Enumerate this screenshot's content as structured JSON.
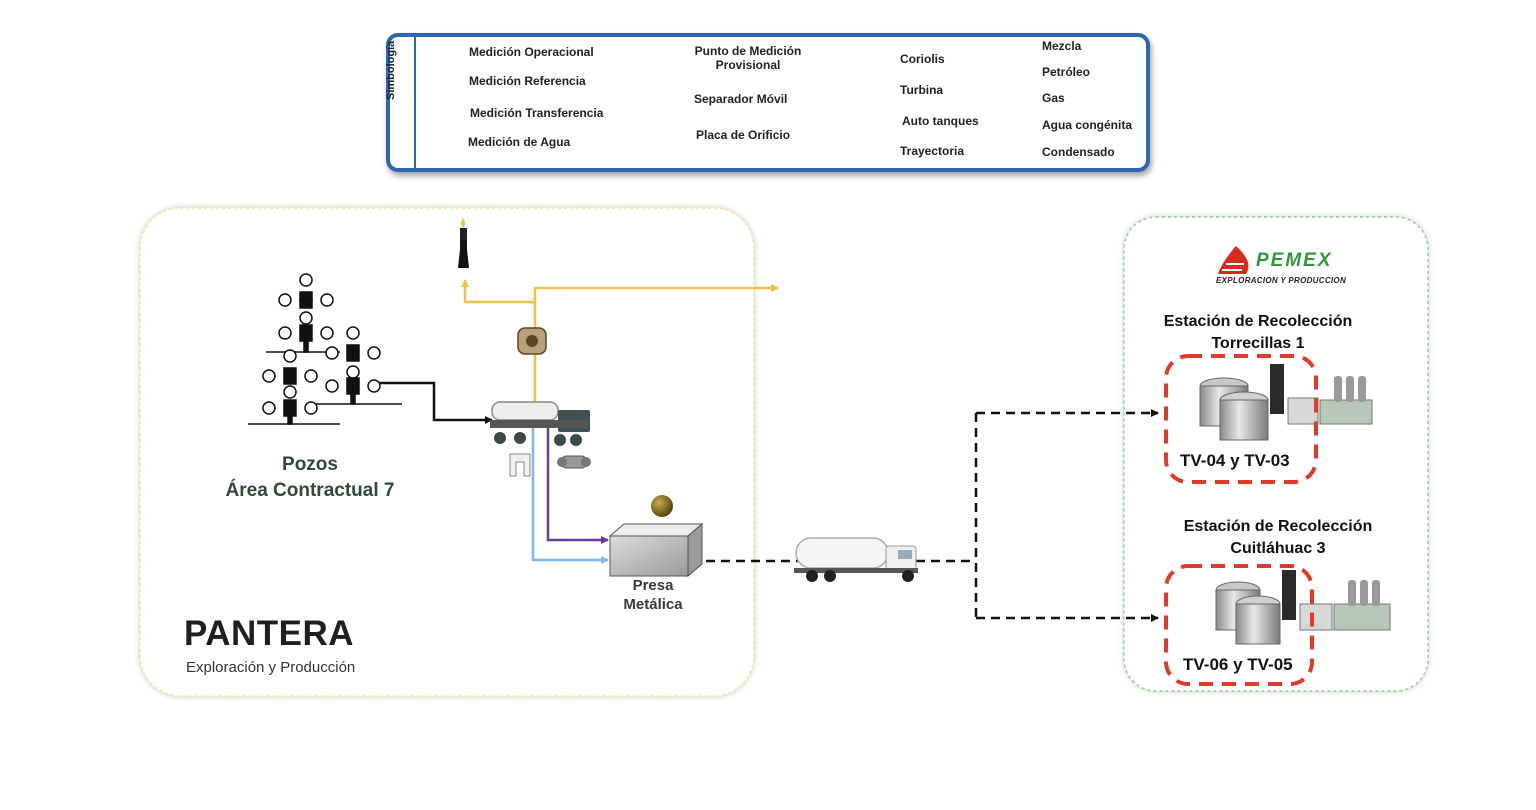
{
  "legend": {
    "title": "Simbología",
    "items": {
      "medicion_operacional": "Medición Operacional",
      "medicion_referencia": "Medición Referencia",
      "medicion_transferencia": "Medición Transferencia",
      "medicion_agua": "Medición de Agua",
      "punto_provisional_1": "Punto de Medición",
      "punto_provisional_2": "Provisional",
      "separador_movil": "Separador Móvil",
      "placa_orificio": "Placa de Orificio",
      "coriolis": "Coriolis",
      "turbina": "Turbina",
      "auto_tanques": "Auto tanques",
      "trayectoria": "Trayectoria",
      "mezcla": "Mezcla",
      "petroleo": "Petróleo",
      "gas": "Gas",
      "agua_congenita": "Agua congénita",
      "condensado": "Condensado"
    },
    "colors": {
      "operacional": "#7a6520",
      "referencia": "#f2e61a",
      "transferencia": "#2fae4a",
      "agua": "#4aaee8",
      "mezcla": "#111111",
      "petroleo": "#3aad4a",
      "gas": "#f2bf4a",
      "agua_congenita": "#3f7fcf",
      "condensado": "#6a3aa0",
      "provisional": "#e03a2a"
    }
  },
  "wells": {
    "line1": "Pozos",
    "line2": "Área Contractual 7"
  },
  "presa": {
    "line1": "Presa",
    "line2": "Metálica"
  },
  "company": {
    "name": "PANTERA",
    "subtitle": "Exploración y Producción"
  },
  "pemex": {
    "name": "PEMEX",
    "subtitle": "EXPLORACION Y PRODUCCION"
  },
  "stations": [
    {
      "line1": "Estación de Recolección",
      "line2": "Torrecillas 1",
      "tanks": "TV-04 y TV-03"
    },
    {
      "line1": "Estación de Recolección",
      "line2": "Cuitláhuac 3",
      "tanks": "TV-06 y TV-05"
    }
  ]
}
